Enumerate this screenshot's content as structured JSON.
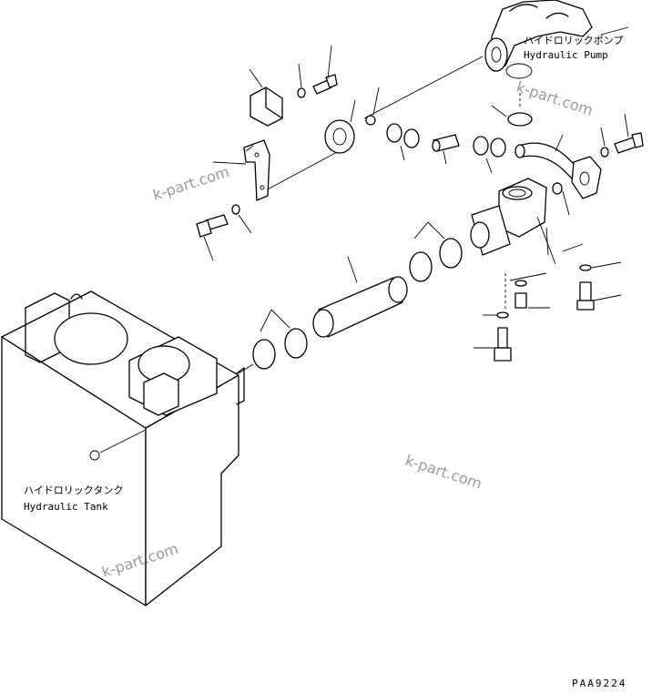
{
  "labels": {
    "pump_jp": "ハイドロリックポンプ",
    "pump_en": "Hydraulic Pump",
    "tank_jp": "ハイドロリックタンク",
    "tank_en": "Hydraulic Tank"
  },
  "watermarks": [
    "k-part.com",
    "k-part.com",
    "k-part.com",
    "k-part.com"
  ],
  "figure_code": "PAA9224"
}
